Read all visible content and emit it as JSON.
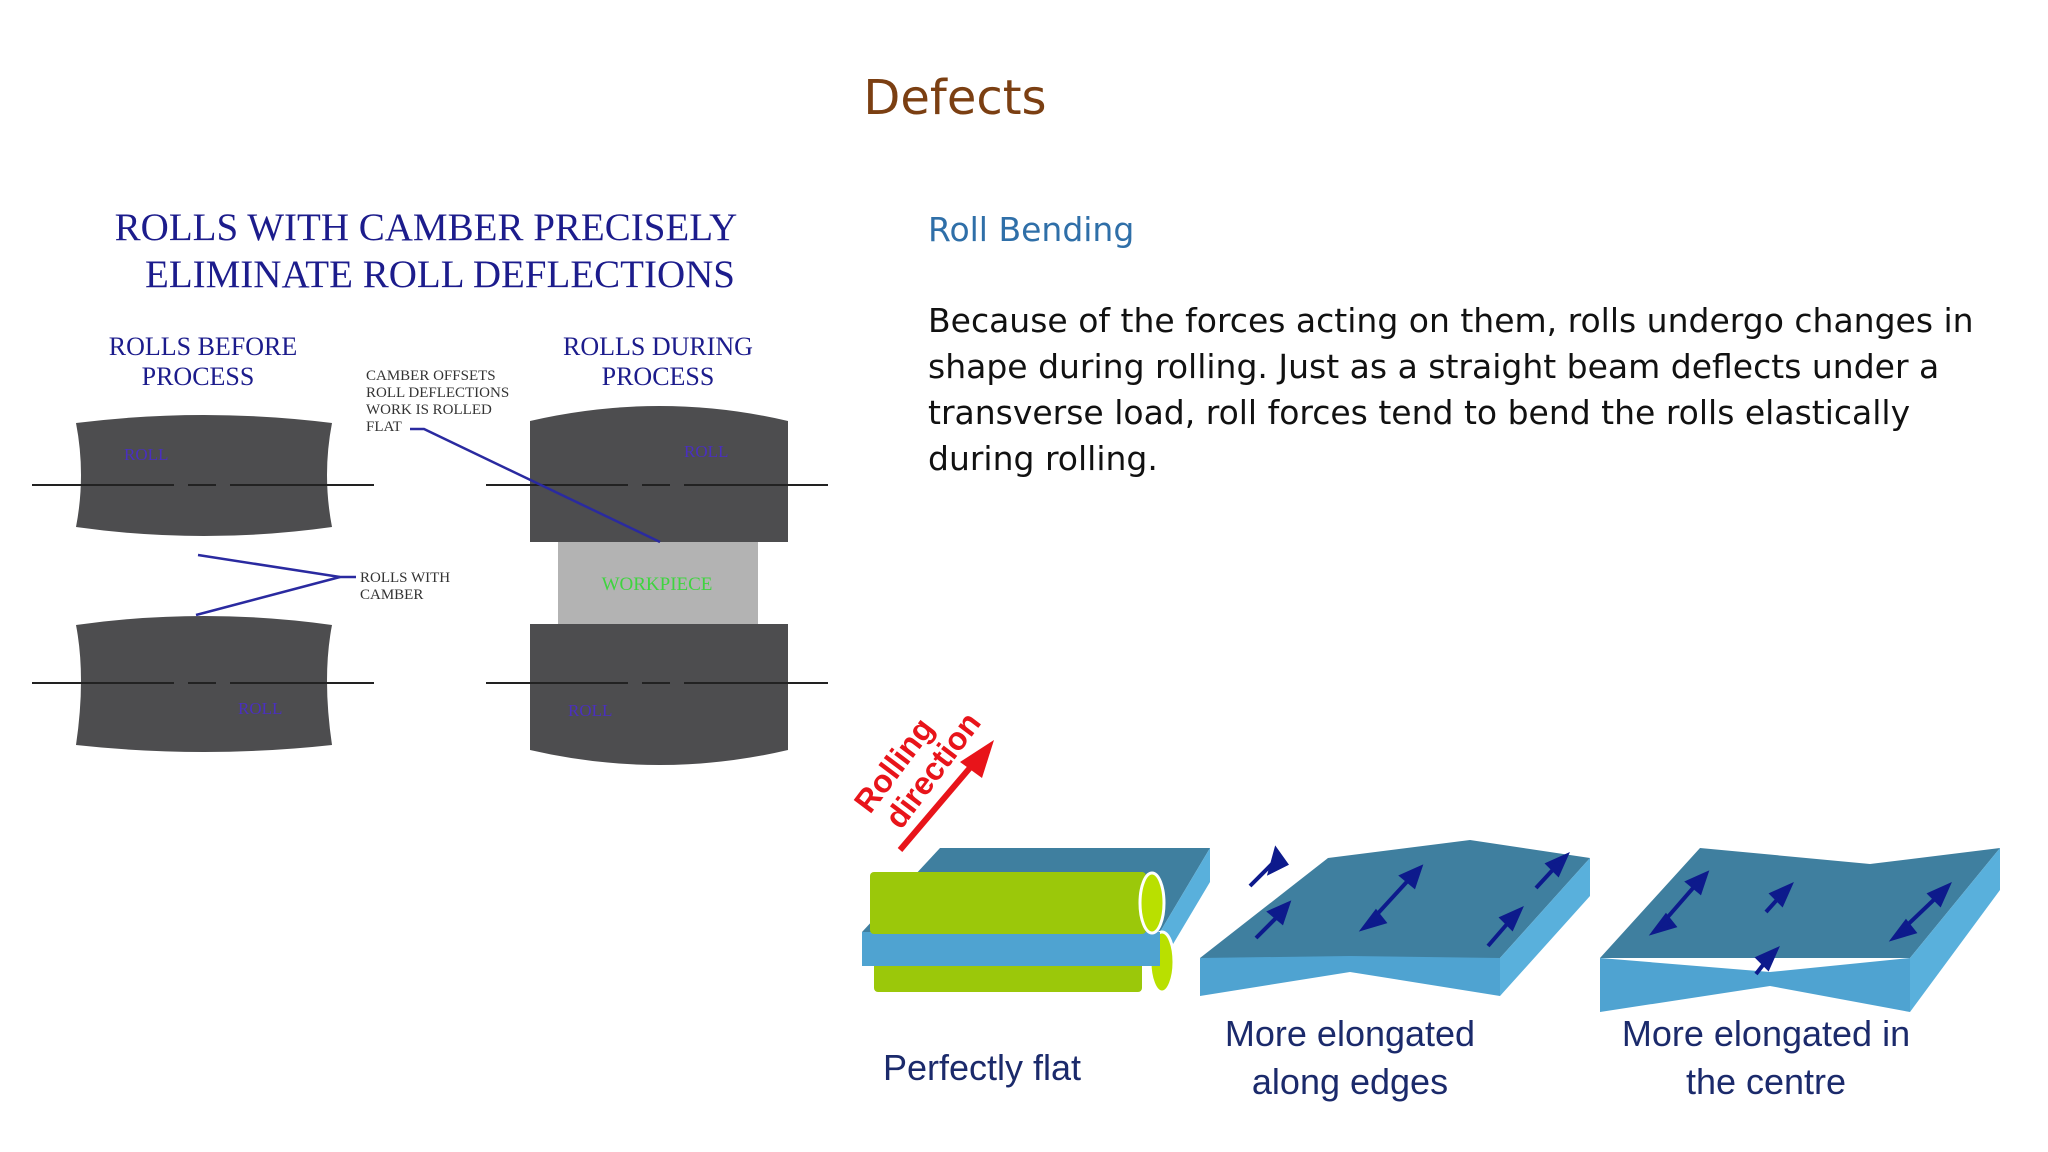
{
  "slide": {
    "title": "Defects",
    "subheading": "Roll Bending",
    "paragraph": "Because of the forces acting on them, rolls undergo changes in shape during rolling. Just as a straight beam deflects under a transverse load, roll forces tend to bend the rolls elastically during rolling."
  },
  "camber_diagram": {
    "heading_line1": "ROLLS WITH CAMBER PRECISELY",
    "heading_line2": "ELIMINATE ROLL DEFLECTIONS",
    "left_label_line1": "ROLLS BEFORE",
    "left_label_line2": "PROCESS",
    "right_label_line1": "ROLLS DURING",
    "right_label_line2": "PROCESS",
    "callout_camber_line1": "CAMBER OFFSETS",
    "callout_camber_line2": "ROLL DEFLECTIONS",
    "callout_camber_line3": "WORK IS ROLLED",
    "callout_camber_line4": "FLAT",
    "callout_rolls_line1": "ROLLS WITH",
    "callout_rolls_line2": "CAMBER",
    "roll_label": "ROLL",
    "workpiece_label": "WORKPIECE",
    "colors": {
      "heading": "#1c1c8c",
      "roll": "#4d4d4f",
      "roll_text": "#4a2fc0",
      "workpiece": "#b3b3b3",
      "workpiece_text": "#3fd43f",
      "callout_line": "#2a2aa0"
    }
  },
  "flatness_diagram": {
    "rolling_word1": "Rolling",
    "rolling_word2": "direction",
    "caption_flat": "Perfectly flat",
    "caption_edges_line1": "More elongated",
    "caption_edges_line2": "along edges",
    "caption_centre_line1": "More elongated in",
    "caption_centre_line2": "the centre",
    "colors": {
      "arrow": "#e8141a",
      "sheet_top": "#3f7f9f",
      "sheet_side": "#59b0dc",
      "roller": "#9bc80a",
      "caption": "#1b2a6b",
      "strain_arrow": "#0d1a8c"
    }
  }
}
